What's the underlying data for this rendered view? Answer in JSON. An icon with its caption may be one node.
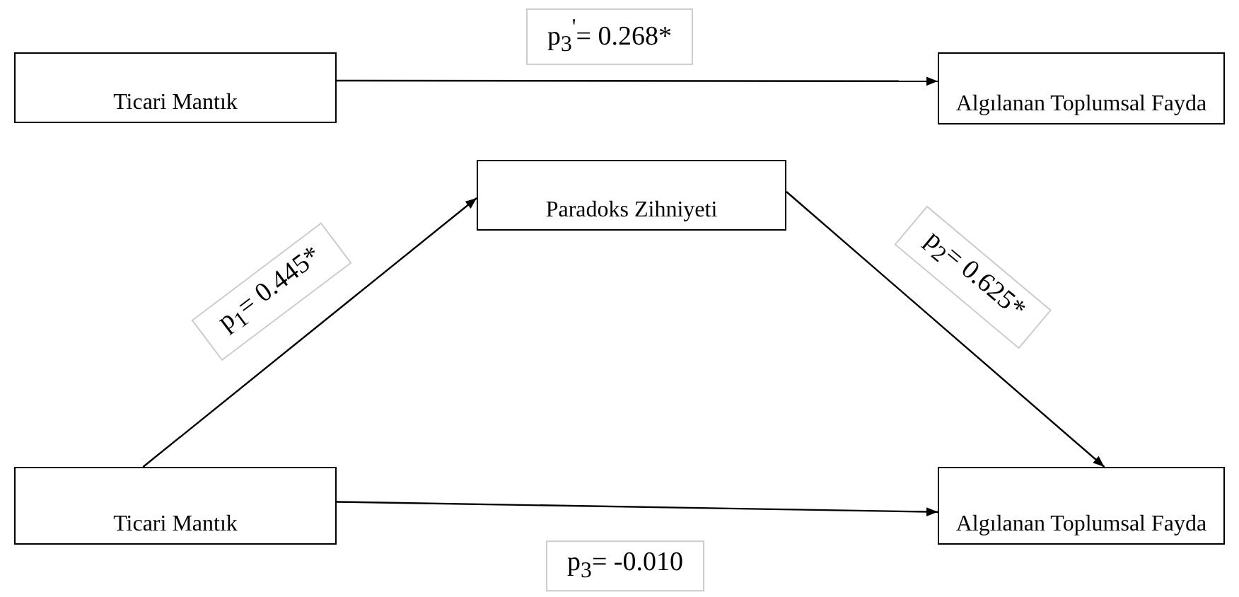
{
  "diagram": {
    "nodes": [
      {
        "text": [
          "Ticari Mantık"
        ]
      },
      {
        "text": [
          "Algılanan Toplumsal Fayda"
        ]
      },
      {
        "text": [
          "Paradoks Zihniyeti"
        ]
      },
      {
        "text": [
          "Ticari Mantık"
        ]
      },
      {
        "text": [
          "Algılanan Toplumsal Fayda"
        ]
      }
    ],
    "edges": [
      {
        "from": 0,
        "to": 1,
        "arrow": "to",
        "label": "p$_{3}$$^{'}$= 0.268*"
      },
      {
        "from": 3,
        "to": 2,
        "arrow": "to",
        "label": "p$_{1}$= 0.445*"
      },
      {
        "from": 2,
        "to": 4,
        "arrow": "to",
        "label": "p$_{2}$= 0.625*"
      },
      {
        "from": 3,
        "to": 4,
        "arrow": "to",
        "label": "p$_{3}$= -0.010"
      }
    ]
  }
}
